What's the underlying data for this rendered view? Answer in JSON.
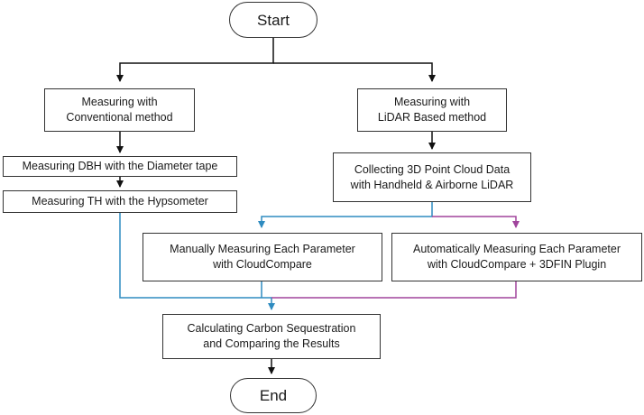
{
  "flowchart": {
    "start": "Start",
    "end": "End",
    "conventional": {
      "line1": "Measuring with",
      "line2": "Conventional method"
    },
    "dbh": "Measuring DBH with the Diameter tape",
    "th": "Measuring TH with the Hypsometer",
    "lidar": {
      "line1": "Measuring with",
      "line2": "LiDAR Based method"
    },
    "collect": {
      "line1": "Collecting 3D Point Cloud Data",
      "line2": "with Handheld & Airborne LiDAR"
    },
    "manual": {
      "line1": "Manually Measuring Each Parameter",
      "line2": "with CloudCompare"
    },
    "auto": {
      "line1": "Automatically Measuring Each Parameter",
      "line2": "with CloudCompare + 3DFIN Plugin"
    },
    "calc": {
      "line1": "Calculating Carbon Sequestration",
      "line2": "and Comparing the Results"
    }
  },
  "colors": {
    "black_line": "#111111",
    "blue_line": "#2e8bc0",
    "purple_line": "#a0449c"
  }
}
